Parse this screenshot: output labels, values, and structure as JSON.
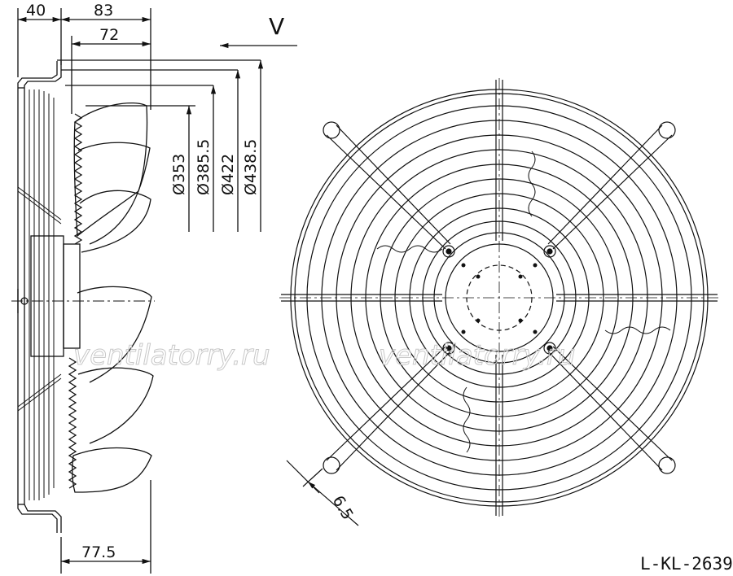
{
  "dimensions": {
    "overall_depth": "40",
    "guard_to_hub": "83",
    "blade_depth": "72",
    "base_depth": "77.5",
    "guard_hole": "6.5",
    "dia_353": "Ø353",
    "dia_385": "Ø385.5",
    "dia_422": "Ø422",
    "dia_438": "Ø438.5"
  },
  "view_label": "V",
  "drawing_code": "L-KL-2639",
  "watermarks": [
    "ventilatorry.ru",
    "ventilatorry.ru"
  ]
}
